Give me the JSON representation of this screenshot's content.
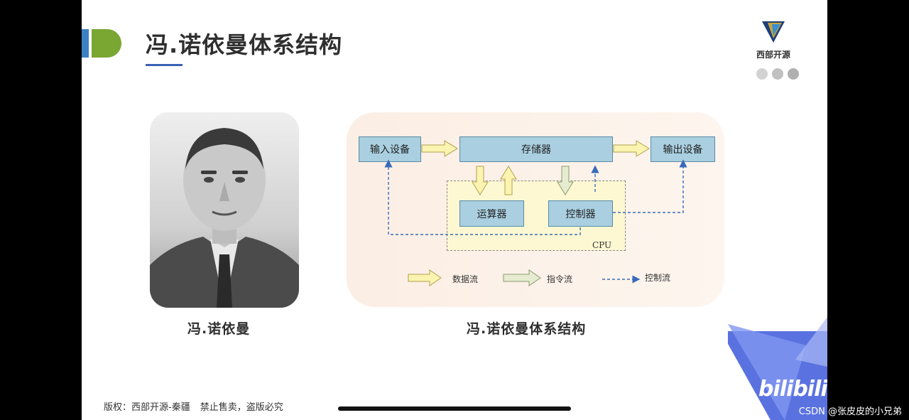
{
  "slide": {
    "title": "冯.诺依曼体系结构",
    "brand_name": "西部开源",
    "portrait_caption": "冯.诺依曼",
    "diagram_caption": "冯.诺依曼体系结构",
    "copyright": {
      "owner": "版权：西部开源-秦疆",
      "notice": "禁止售卖，盗版必究"
    },
    "watermark": "bilibili"
  },
  "diagram": {
    "boxes": {
      "input": "输入设备",
      "memory": "存储器",
      "output": "输出设备",
      "alu": "运算器",
      "control": "控制器"
    },
    "cpu_label": "CPU",
    "legend": {
      "data_flow": "数据流",
      "instruction_flow": "指令流",
      "control_flow": "控制流"
    },
    "colors": {
      "box_fill": "#a9cfe0",
      "data_arrow": "#fbf3b0",
      "instruction_arrow": "#e6ecd0",
      "control_line": "#3a6ab8",
      "cpu_fill": "#fdf8d2"
    }
  },
  "overlay": {
    "csdn_credit": "CSDN @张皮皮的小兄弟"
  }
}
